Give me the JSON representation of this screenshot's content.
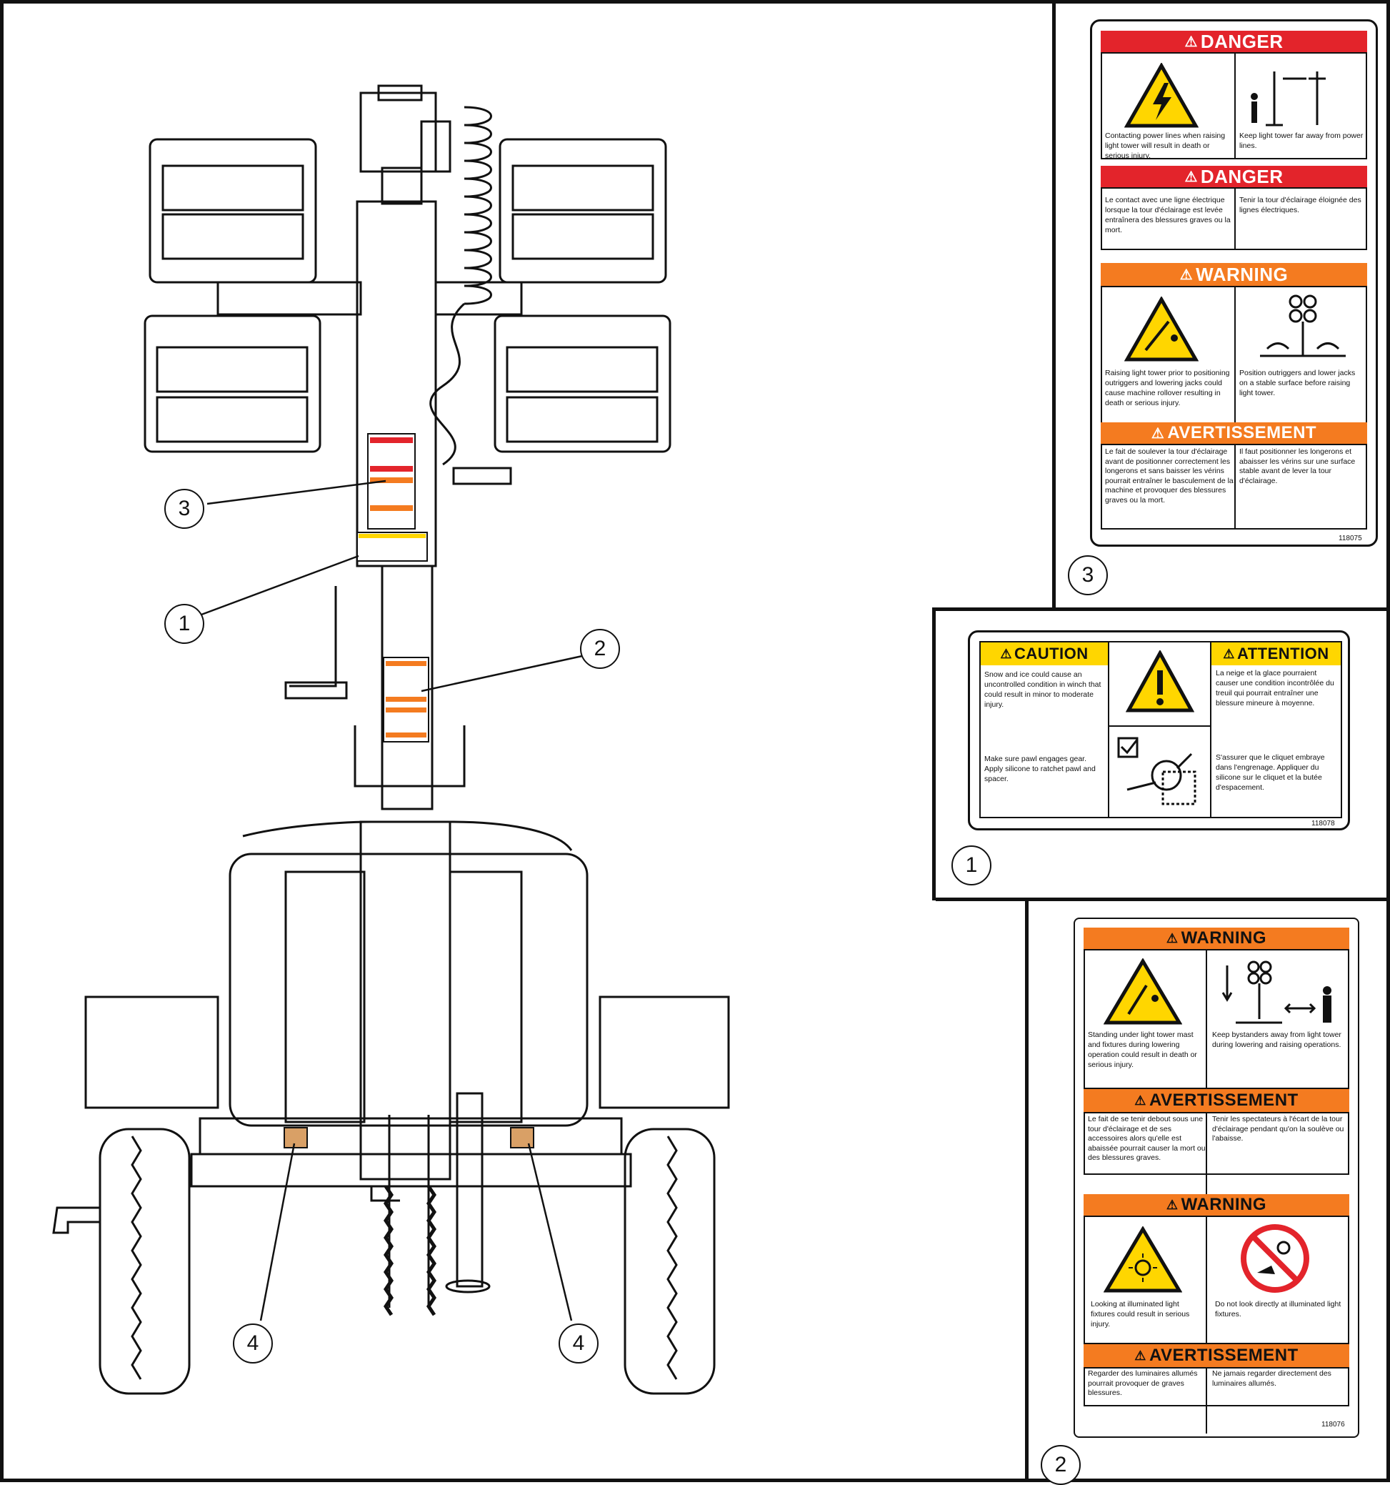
{
  "callouts": {
    "c1": "1",
    "c2": "2",
    "c3": "3",
    "c4a": "4",
    "c4b": "4",
    "p3": "3",
    "p1": "1",
    "p2": "2"
  },
  "decal3": {
    "danger_en": "DANGER",
    "d1_left": "Contacting power lines when raising light tower will result in death or serious injury.",
    "d1_right": "Keep light tower far away from power lines.",
    "danger_fr": "DANGER",
    "d2_left": "Le contact avec une ligne électrique lorsque la tour d'éclairage est levée entraînera des blessures graves ou la mort.",
    "d2_right": "Tenir la tour d'éclairage éloignée des lignes électriques.",
    "warning": "WARNING",
    "w_left": "Raising light tower prior to positioning outriggers and lowering jacks could cause machine rollover resulting in death or serious injury.",
    "w_right": "Position outriggers and lower jacks on a stable surface before raising light tower.",
    "avert": "AVERTISSEMENT",
    "a_left": "Le fait de soulever la tour d'éclairage avant de positionner correctement les longerons et sans baisser les vérins pourrait entraîner le basculement de la machine et provoquer des blessures graves ou la mort.",
    "a_right": "Il faut positionner les longerons et abaisser les vérins sur une surface stable avant de lever la tour d'éclairage.",
    "part": "118075"
  },
  "decal1": {
    "caution": "CAUTION",
    "attention": "ATTENTION",
    "c_text1": "Snow and ice could cause an uncontrolled condition in winch that could result in minor to moderate injury.",
    "c_text2": "Make sure pawl engages gear. Apply silicone to ratchet pawl and spacer.",
    "a_text1": "La neige et la glace pourraient causer une condition incontrôlée du treuil qui pourrait entraîner une blessure mineure à moyenne.",
    "a_text2": "S'assurer que le cliquet embraye dans l'engrenage. Appliquer du silicone sur le cliquet et la butée d'espacement.",
    "part": "118078"
  },
  "decal2": {
    "warning1": "WARNING",
    "w1_left": "Standing under light tower mast and fixtures during lowering operation could result in death or serious injury.",
    "w1_right": "Keep bystanders away from light tower during lowering and raising operations.",
    "avert1": "AVERTISSEMENT",
    "a1_left": "Le fait de se tenir debout sous une tour d'éclairage et de ses accessoires alors qu'elle est abaissée pourrait causer la mort ou des blessures graves.",
    "a1_right": "Tenir les spectateurs à l'écart de la tour d'éclairage pendant qu'on la soulève ou l'abaisse.",
    "warning2": "WARNING",
    "w2_left": "Looking at illuminated light fixtures could result in serious injury.",
    "w2_right": "Do not look directly at illuminated light fixtures.",
    "avert2": "AVERTISSEMENT",
    "a2_left": "Regarder des luminaires allumés pourrait provoquer de graves blessures.",
    "a2_right": "Ne jamais regarder directement des luminaires allumés.",
    "part": "118076"
  },
  "colors": {
    "danger": "#e3242b",
    "warning": "#f47b20",
    "caution": "#ffd600",
    "reflector": "#d9a066"
  }
}
